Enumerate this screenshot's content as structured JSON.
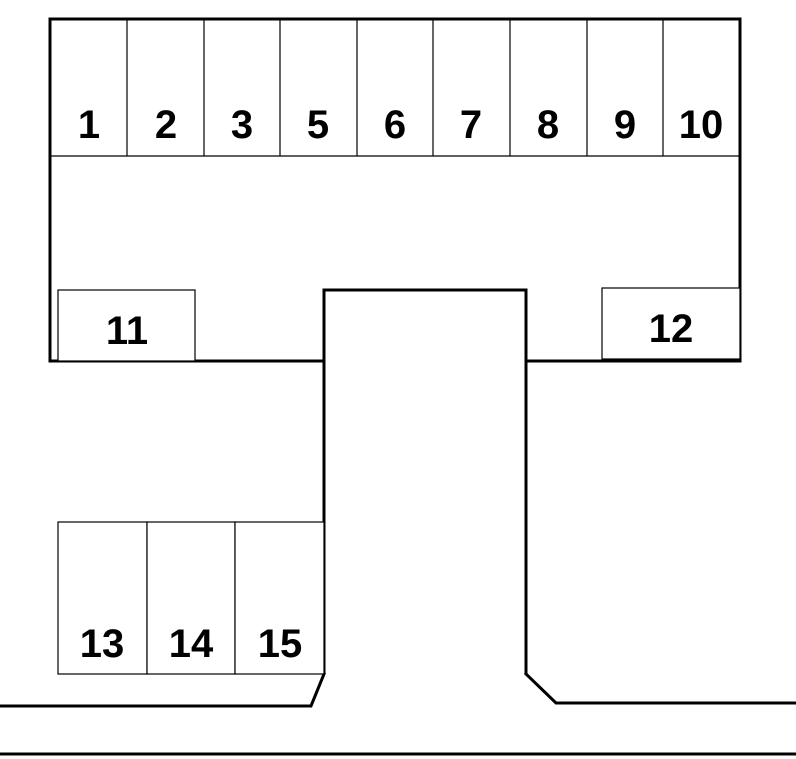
{
  "diagram": {
    "type": "parking-lot-plan",
    "line_color": "#000000",
    "background_color": "#ffffff",
    "top_row_stalls": [
      "1",
      "2",
      "3",
      "5",
      "6",
      "7",
      "8",
      "9",
      "10"
    ],
    "left_stall": "11",
    "right_stall": "12",
    "bottom_row_stalls": [
      "13",
      "14",
      "15"
    ]
  }
}
